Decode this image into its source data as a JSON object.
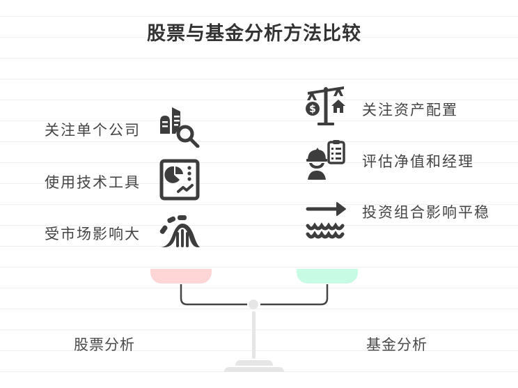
{
  "title": "股票与基金分析方法比较",
  "stock": {
    "label": "股票分析",
    "color": "#ffd6d6",
    "items": [
      {
        "label": "关注单个公司",
        "icon": "building-search-icon"
      },
      {
        "label": "使用技术工具",
        "icon": "chart-dashboard-icon"
      },
      {
        "label": "受市场影响大",
        "icon": "market-wave-icon"
      }
    ]
  },
  "fund": {
    "label": "基金分析",
    "color": "#c8fbe4",
    "items": [
      {
        "label": "关注资产配置",
        "icon": "balance-money-house-icon"
      },
      {
        "label": "评估净值和经理",
        "icon": "manager-clipboard-icon"
      },
      {
        "label": "投资组合影响平稳",
        "icon": "arrow-waves-icon"
      }
    ]
  },
  "colors": {
    "icon": "#3d3d3d",
    "beam": "#444444",
    "stand": "#e6e6e6"
  }
}
